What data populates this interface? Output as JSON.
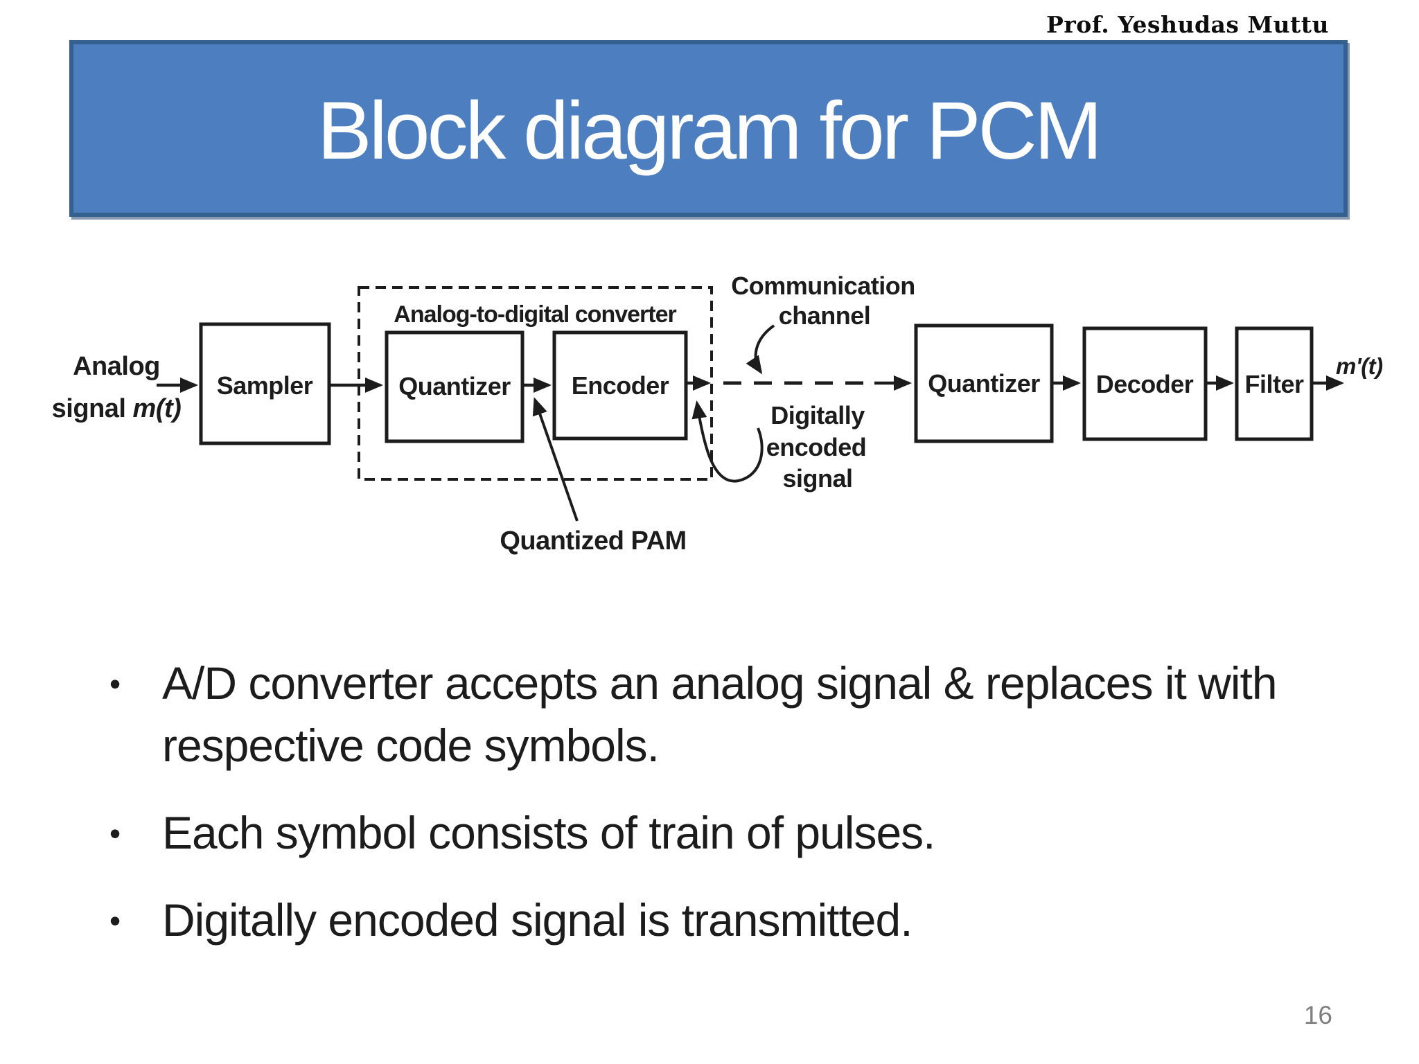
{
  "credit": "Prof. Yeshudas Muttu",
  "title": "Block diagram for PCM",
  "page_number": "16",
  "bullet_char": "•",
  "bullets": [
    {
      "text": "A/D converter accepts an analog signal & replaces it with respective code symbols."
    },
    {
      "text": "Each symbol consists of train of pulses."
    },
    {
      "text": "Digitally encoded signal is transmitted."
    }
  ],
  "diagram": {
    "input_label": {
      "line1": "Analog",
      "line2_word": "signal ",
      "line2_var": "m(t)"
    },
    "adc_group_label": "Analog-to-digital converter",
    "channel_label": {
      "line1": "Communication",
      "line2": "channel"
    },
    "encoded_label": {
      "line1": "Digitally",
      "line2": "encoded",
      "line3": "signal"
    },
    "quantized_pam_label": "Quantized PAM",
    "output_label": "m'(t)",
    "blocks": [
      {
        "label": "Sampler"
      },
      {
        "label": "Quantizer"
      },
      {
        "label": "Encoder"
      },
      {
        "label": "Quantizer"
      },
      {
        "label": "Decoder"
      },
      {
        "label": "Filter"
      }
    ]
  },
  "colors": {
    "banner_fill": "#4d7ebf",
    "banner_border": "#33608f",
    "title_color": "#ffffff",
    "ink": "#1c1c1c",
    "page_muted": "#7f7f7f",
    "background": "#ffffff"
  }
}
